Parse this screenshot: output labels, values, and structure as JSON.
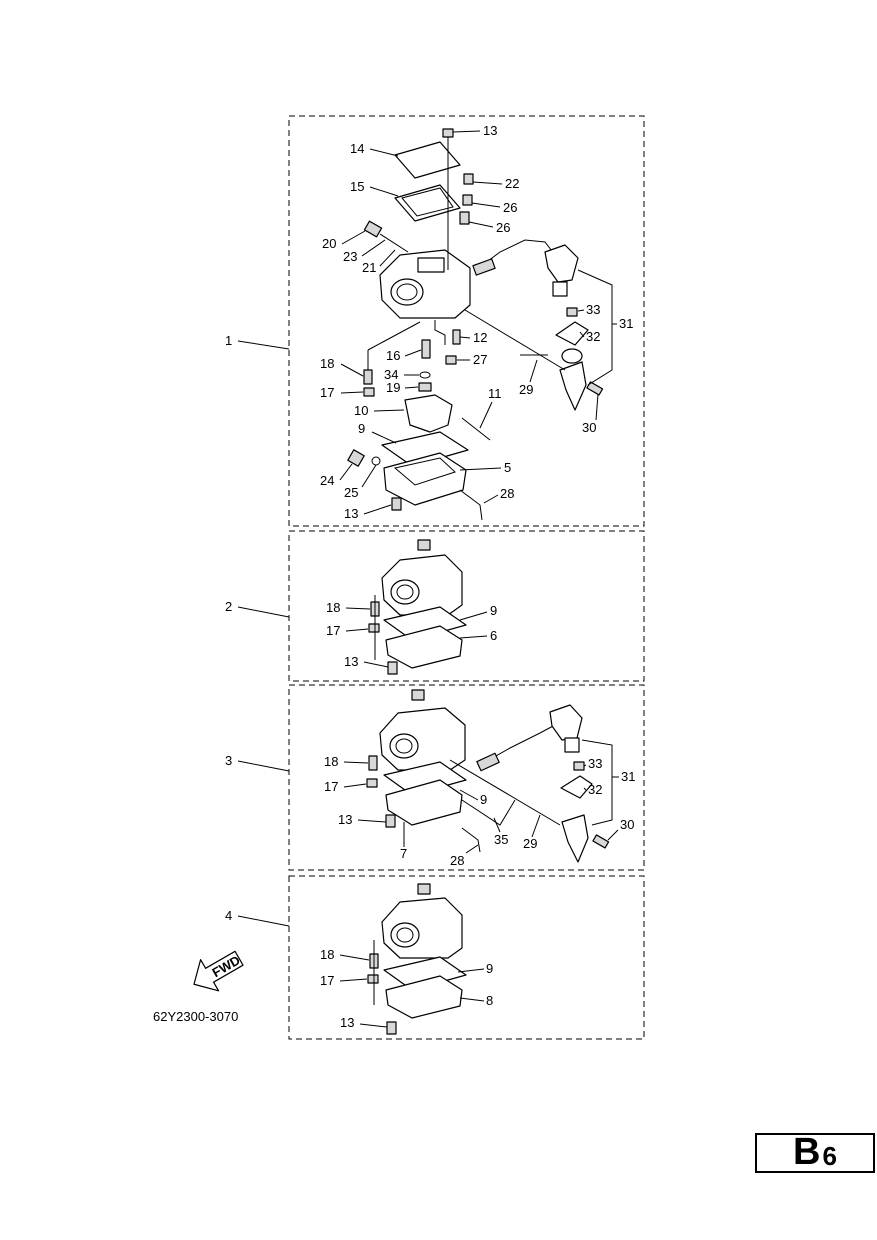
{
  "groups": [
    {
      "label": "1"
    },
    {
      "label": "2"
    },
    {
      "label": "3"
    },
    {
      "label": "4"
    }
  ],
  "callouts": {
    "g1": [
      "13",
      "14",
      "22",
      "15",
      "26",
      "26",
      "20",
      "23",
      "21",
      "33",
      "31",
      "32",
      "12",
      "18",
      "16",
      "27",
      "34",
      "29",
      "17",
      "19",
      "30",
      "10",
      "11",
      "9",
      "24",
      "5",
      "25",
      "28",
      "13"
    ],
    "g2": [
      "18",
      "9",
      "17",
      "6",
      "13"
    ],
    "g3": [
      "18",
      "33",
      "31",
      "17",
      "32",
      "9",
      "13",
      "30",
      "35",
      "29",
      "7",
      "28"
    ],
    "g4": [
      "18",
      "9",
      "17",
      "8",
      "13"
    ]
  },
  "fwd_label": "FWD",
  "figure_code": "62Y2300-3070",
  "page_code": {
    "letter": "B",
    "number": "6"
  }
}
